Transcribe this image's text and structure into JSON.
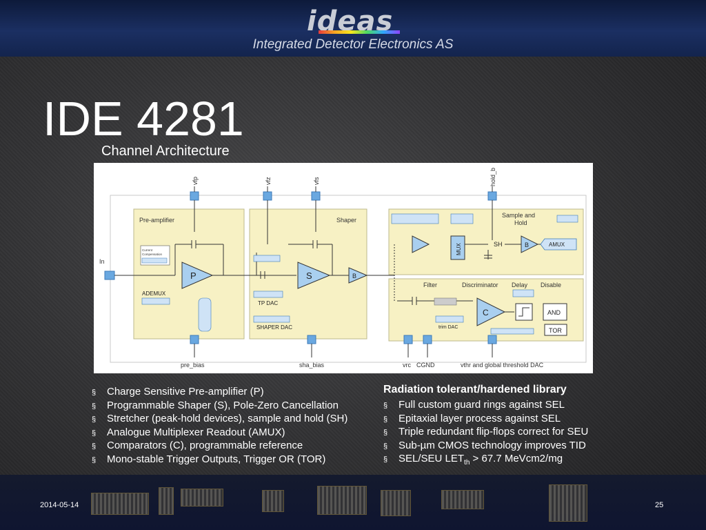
{
  "header": {
    "logo_text": "ideas",
    "subtitle": "Integrated Detector Electronics AS"
  },
  "title": "IDE 4281",
  "subheading": "Channel Architecture",
  "diagram": {
    "top_pins": [
      "vfp",
      "vfz",
      "vfs",
      "hold_b"
    ],
    "bottom_pins": [
      "pre_bias",
      "sha_bias",
      "vrc",
      "CGND",
      "vthr and global threshold DAC"
    ],
    "input_label": "In",
    "blocks": {
      "preamp_section": "Pre-amplifier",
      "shaper_section": "Shaper",
      "sample_hold_section": "Sample and Hold",
      "filter": "Filter",
      "discriminator": "Discriminator",
      "delay": "Delay",
      "disable": "Disable",
      "preamp": "P",
      "shaper": "S",
      "buffer": "B",
      "buffer2": "B",
      "comparator": "C",
      "and_gate": "AND",
      "tor": "TOR",
      "amux": "AMUX",
      "mux": "MUX",
      "sh": "SH",
      "ademux": "ADEMUX",
      "tp_dac": "TP DAC",
      "shaper_dac": "SHAPER DAC",
      "trim_dac": "trim DAC",
      "current_comp": "Current Compensation"
    }
  },
  "left_bullets": [
    "Charge Sensitive Pre-amplifier (P)",
    "Programmable Shaper (S), Pole-Zero Cancellation",
    "Stretcher (peak-hold devices), sample and hold (SH)",
    "Analogue Multiplexer Readout  (AMUX)",
    "Comparators (C), programmable reference",
    "Mono-stable Trigger Outputs, Trigger OR (TOR)"
  ],
  "right_heading": "Radiation tolerant/hardened library",
  "right_bullets": [
    "Full custom guard rings against SEL",
    "Epitaxial layer process against SEL",
    "Triple redundant flip-flops correct for SEU",
    "Sub-µm CMOS technology improves TID"
  ],
  "last_bullet": {
    "prefix": " SEL/SEU LET",
    "sub": "th",
    "suffix": " > 67.7 MeVcm2/mg"
  },
  "footer": {
    "date": "2014-05-14",
    "page": "25"
  },
  "colors": {
    "header_bg": "#1b2f62",
    "diagram_block": "#f7f1c4",
    "pin_blue": "#6aa8e0"
  }
}
